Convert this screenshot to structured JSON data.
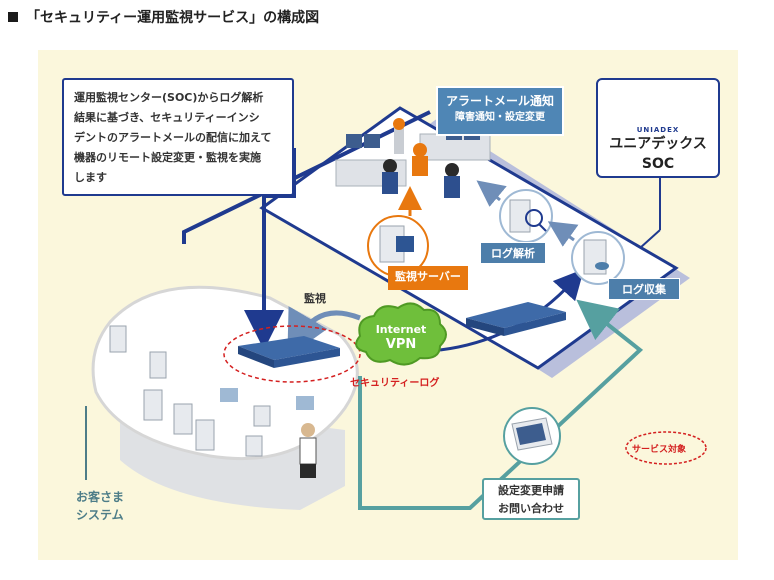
{
  "heading": {
    "title": "「セキュリティー運用監視サービス」の構成図"
  },
  "description": {
    "lines": [
      "運用監視センター(SOC)からログ解析",
      "結果に基づき、セキュリティーインシ",
      "デントのアラートメールの配信に加えて",
      "機器のリモート設定変更・監視を実施",
      "します"
    ]
  },
  "soc": {
    "brand": "UNIADEX",
    "line1": "ユニアデックス",
    "line2": "SOC"
  },
  "alert": {
    "title": "アラートメール通知",
    "subtitle": "障害通知・設定変更"
  },
  "labels": {
    "monitoring_server": "監視サーバー",
    "log_analysis": "ログ解析",
    "log_collection": "ログ収集",
    "monitoring": "監視",
    "internet": "Internet",
    "vpn": "VPN",
    "security_log": "セキュリティーログ",
    "service_target": "サービス対象",
    "customer_line1": "お客さま",
    "customer_line2": "システム",
    "request_line1": "設定変更申請",
    "request_line2": "お問い合わせ"
  },
  "colors": {
    "background": "#fbf7dc",
    "navy": "#1f3a8f",
    "teal": "#56a0a0",
    "orange": "#e8780f",
    "steel_blue": "#4d7eaa",
    "red": "#d42020"
  }
}
